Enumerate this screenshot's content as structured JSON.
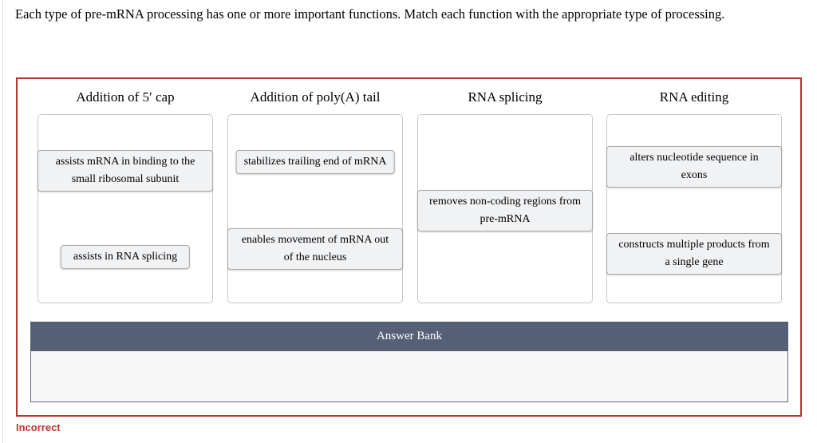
{
  "question": "Each type of pre-mRNA processing has one or more important functions. Match each function with the appropriate type of processing.",
  "columns": [
    {
      "header": "Addition of 5′ cap",
      "cards": [
        {
          "text": "assists mRNA in binding to the small ribosomal subunit"
        },
        {
          "text": "assists in RNA splicing"
        }
      ]
    },
    {
      "header": "Addition of poly(A) tail",
      "cards": [
        {
          "text": "stabilizes trailing end of mRNA"
        },
        {
          "text": "enables movement of mRNA out of the nucleus"
        }
      ]
    },
    {
      "header": "RNA splicing",
      "cards": [
        {
          "text": "removes non-coding regions from pre-mRNA"
        }
      ]
    },
    {
      "header": "RNA editing",
      "cards": [
        {
          "text": "alters nucleotide sequence in exons"
        },
        {
          "text": "constructs multiple products from a single gene"
        }
      ]
    }
  ],
  "answer_bank": {
    "label": "Answer Bank"
  },
  "status": {
    "label": "Incorrect"
  },
  "colors": {
    "panel_border_red": "#b5352e",
    "status_red": "#c23430",
    "bank_header_bg": "#556076",
    "bank_header_text": "#ffffff",
    "bank_body_bg": "#f7f7f8",
    "bank_border": "#5c6878",
    "card_bg": "#f1f2f4",
    "card_border": "#a9a9a9",
    "zone_border": "#c9c9c9"
  }
}
